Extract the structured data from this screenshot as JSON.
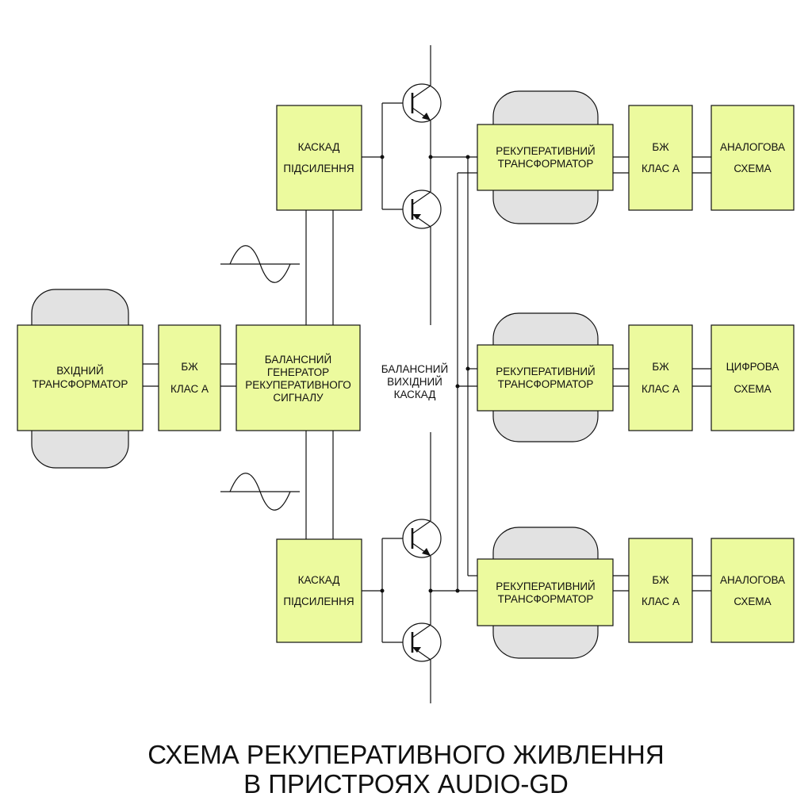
{
  "blocks": {
    "input_transformer": [
      "ВХІДНИЙ",
      "ТРАНСФОРМАТОР"
    ],
    "input_psu": [
      "БЖ",
      "КЛАС А"
    ],
    "generator": [
      "БАЛАНСНИЙ",
      "ГЕНЕРАТОР",
      "РЕКУПЕРАТИВНОГО",
      "СИГНАЛУ"
    ],
    "amp_top": [
      "КАСКАД",
      "ПІДСИЛЕННЯ"
    ],
    "amp_bottom": [
      "КАСКАД",
      "ПІДСИЛЕННЯ"
    ],
    "output_stage": [
      "БАЛАНСНИЙ",
      "ВИХІДНИЙ",
      "КАСКАД"
    ],
    "channels": [
      {
        "transformer": [
          "РЕКУПЕРАТИВНИЙ",
          "ТРАНСФОРМАТОР"
        ],
        "psu": [
          "БЖ",
          "КЛАС А"
        ],
        "load": [
          "АНАЛОГОВА",
          "СХЕМА"
        ]
      },
      {
        "transformer": [
          "РЕКУПЕРАТИВНИЙ",
          "ТРАНСФОРМАТОР"
        ],
        "psu": [
          "БЖ",
          "КЛАС А"
        ],
        "load": [
          "ЦИФРОВА",
          "СХЕМА"
        ]
      },
      {
        "transformer": [
          "РЕКУПЕРАТИВНИЙ",
          "ТРАНСФОРМАТОР"
        ],
        "psu": [
          "БЖ",
          "КЛАС А"
        ],
        "load": [
          "АНАЛОГОВА",
          "СХЕМА"
        ]
      }
    ]
  },
  "title": [
    "СХЕМА РЕКУПЕРАТИВНОГО ЖИВЛЕННЯ",
    "В ПРИСТРОЯХ AUDIO-GD"
  ],
  "colors": {
    "block_fill": "#ecfa9e",
    "core_fill": "#e2e2e2",
    "line": "#111111"
  },
  "icons": [
    "sine-wave-icon",
    "npn-transistor-icon",
    "pnp-transistor-icon"
  ]
}
